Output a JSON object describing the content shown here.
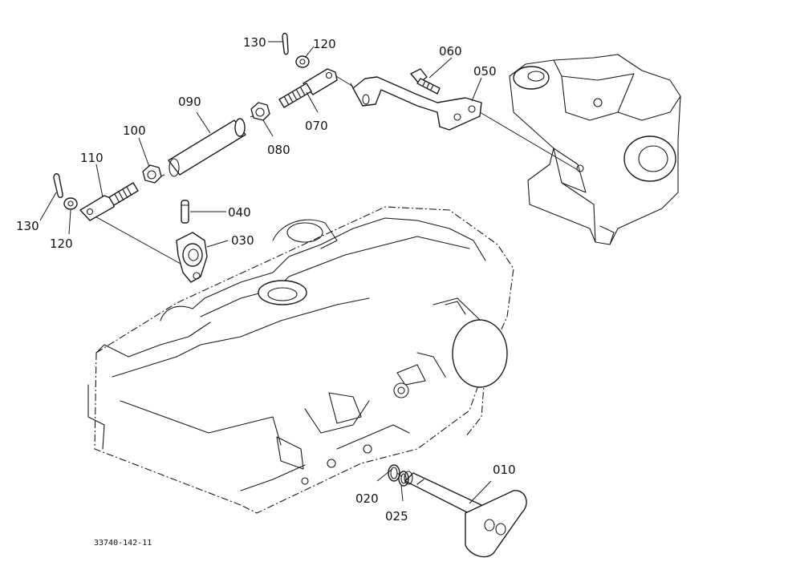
{
  "labels": {
    "p010": "010",
    "p020": "020",
    "p025": "025",
    "p030": "030",
    "p040": "040",
    "p050": "050",
    "p060": "060",
    "p070": "070",
    "p080": "080",
    "p090": "090",
    "p100": "100",
    "p110": "110",
    "p120a": "120",
    "p120b": "120",
    "p130a": "130",
    "p130b": "130"
  },
  "catalog_number": "33740-142-11"
}
